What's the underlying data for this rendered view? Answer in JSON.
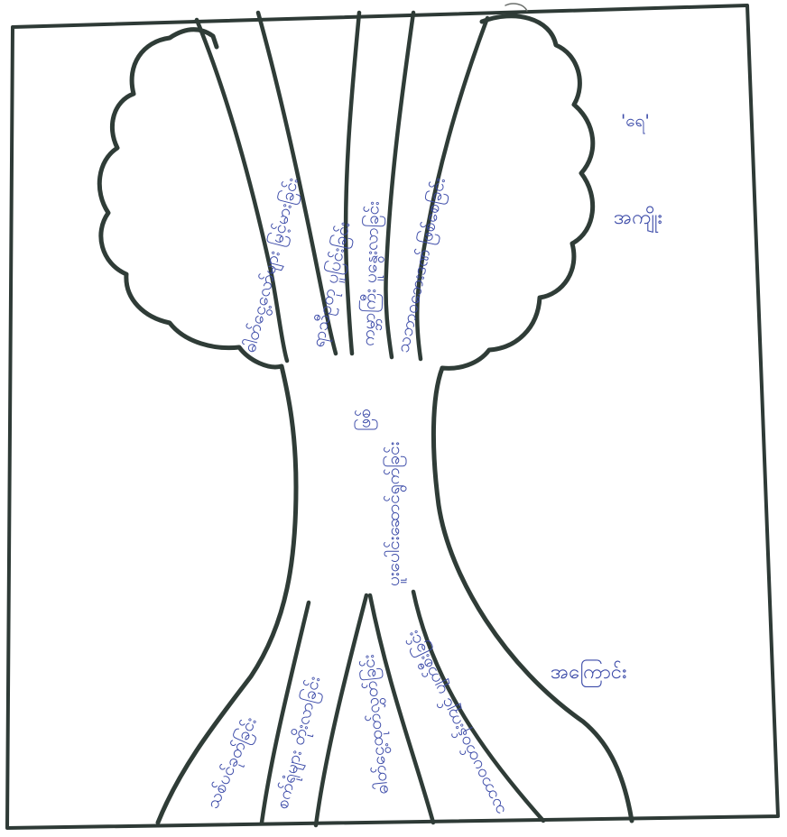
{
  "drawing": {
    "kind": "hand-drawn tree diagram",
    "ink_color": "#2f3c37",
    "handwriting_color": "#3b4aa8",
    "paper_color": "#ffffff"
  },
  "labels": {
    "top_side_label": "'ရေ'",
    "upper_right_label": "အကျိုး",
    "lower_right_label": "အကြောင်း"
  },
  "trunk": {
    "text": "ပူးပေါင်းဆောင်ရွက်ခြင်း",
    "small_text": "ဖြစ်"
  },
  "canopy_branches": [
    "ဓါတ်ငွေ့လော်များ မြင့်မားခြင်း",
    "ရာသီဥတု ပူပြင်းခြင်း",
    "ကမ္ဘာကြီး ပူနွေးလာခြင်း",
    "သဘာဝဘေးဒဏ် ဖြစ်စေခြင်း"
  ],
  "root_branches": [
    "သစ်ပင်ခုတ်ခြင်း",
    "စက်ရုံများ တိုးလာခြင်း",
    "ဓါတ်ငွေ့ထုတ်လွှတ်ခြင်း",
    "သဘာဝပတ်ဝန်းကျင် ပျက်စီးခြင်း"
  ]
}
